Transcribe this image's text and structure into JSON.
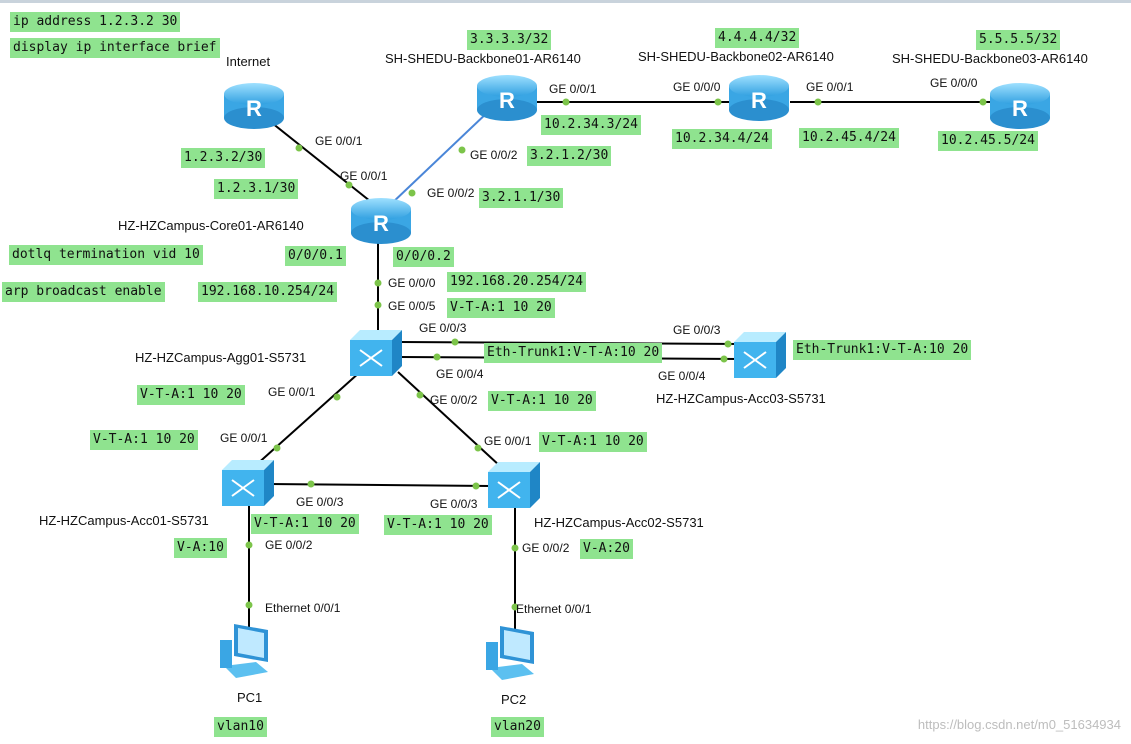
{
  "devices": {
    "internet": "Internet",
    "bb1": "SH-SHEDU-Backbone01-AR6140",
    "bb2": "SH-SHEDU-Backbone02-AR6140",
    "bb3": "SH-SHEDU-Backbone03-AR6140",
    "core": "HZ-HZCampus-Core01-AR6140",
    "agg": "HZ-HZCampus-Agg01-S5731",
    "acc01": "HZ-HZCampus-Acc01-S5731",
    "acc02": "HZ-HZCampus-Acc02-S5731",
    "acc03": "HZ-HZCampus-Acc03-S5731",
    "pc1": "PC1",
    "pc2": "PC2"
  },
  "ports": {
    "inet_ge001": "GE 0/0/1",
    "core_ge001": "GE 0/0/1",
    "bb1_ge002": "GE 0/0/2",
    "core_ge002": "GE 0/0/2",
    "bb1_ge001": "GE 0/0/1",
    "bb2_ge000": "GE 0/0/0",
    "bb2_ge001": "GE 0/0/1",
    "bb3_ge000": "GE 0/0/0",
    "core_ge000": "GE 0/0/0",
    "agg_ge005": "GE 0/0/5",
    "agg_ge003": "GE 0/0/3",
    "agg_ge004": "GE 0/0/4",
    "acc03_ge003": "GE 0/0/3",
    "acc03_ge004": "GE 0/0/4",
    "agg_ge001": "GE 0/0/1",
    "agg_ge002": "GE 0/0/2",
    "acc01_ge001": "GE 0/0/1",
    "acc02_ge001": "GE 0/0/1",
    "acc01_ge003": "GE 0/0/3",
    "acc02_ge003": "GE 0/0/3",
    "acc01_ge002": "GE 0/0/2",
    "acc02_ge002": "GE 0/0/2",
    "pc1_eth": "Ethernet 0/0/1",
    "pc2_eth": "Ethernet 0/0/1"
  },
  "notes": {
    "cmd1": "ip address 1.2.3.2 30",
    "cmd2": "display ip interface brief",
    "bb1_loop": "3.3.3.3/32",
    "bb2_loop": "4.4.4.4/32",
    "bb3_loop": "5.5.5.5/32",
    "inet_ip": "1.2.3.2/30",
    "core_inet_ip": "1.2.3.1/30",
    "bb1_down_ip": "3.2.1.2/30",
    "core_bb_ip": "3.2.1.1/30",
    "bb1_right_ip": "10.2.34.3/24",
    "bb2_left_ip": "10.2.34.4/24",
    "bb2_right_ip": "10.2.45.4/24",
    "bb3_ip": "10.2.45.5/24",
    "dot1q": "dotlq termination vid 10",
    "sub1": "0/0/0.1",
    "sub2": "0/0/0.2",
    "arp": "arp broadcast enable",
    "gw10": "192.168.10.254/24",
    "gw20": "192.168.20.254/24",
    "agg_up_vta": "V-T-A:1 10 20",
    "trunk_left": "Eth-Trunk1:V-T-A:10 20",
    "trunk_right": "Eth-Trunk1:V-T-A:10 20",
    "agg_g1_vta": "V-T-A:1 10 20",
    "acc01_up_vta": "V-T-A:1 10 20",
    "agg_g2_vta": "V-T-A:1 10 20",
    "acc02_up_vta": "V-T-A:1 10 20",
    "acc01_g3_vta": "V-T-A:1 10 20",
    "acc02_g3_vta": "V-T-A:1 10 20",
    "acc01_access": "V-A:10",
    "acc02_access": "V-A:20",
    "pc1_vlan": "vlan10",
    "pc2_vlan": "vlan20"
  },
  "watermark": "https://blog.csdn.net/m0_51634934",
  "colors": {
    "link": "#000000",
    "link_active": "#4a86d8",
    "port_dot": "#7cc44a",
    "note_bg": "#8fe38f",
    "device_fill": "#5cc0f0"
  }
}
